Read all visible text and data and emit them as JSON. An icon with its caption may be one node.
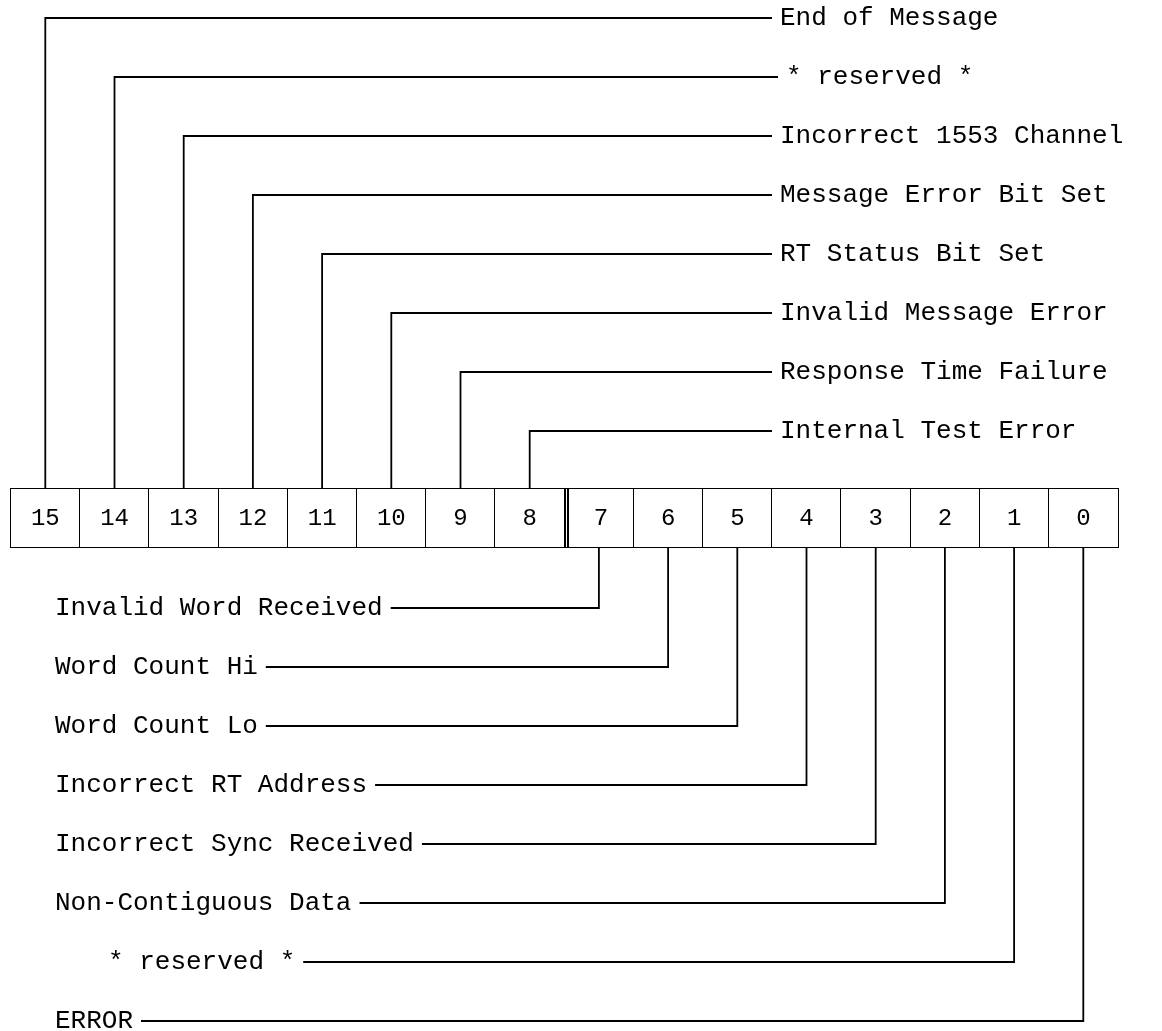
{
  "diagram": {
    "nodes": [
      {
        "text": [
          "End of Message"
        ]
      },
      {
        "text": [
          "* reserved *"
        ]
      },
      {
        "text": [
          "Incorrect 1553 Channel"
        ]
      },
      {
        "text": [
          "Message Error Bit Set"
        ]
      },
      {
        "text": [
          "RT Status Bit Set"
        ]
      },
      {
        "text": [
          "Invalid Message Error"
        ]
      },
      {
        "text": [
          "Response Time Failure"
        ]
      },
      {
        "text": [
          "Internal Test Error"
        ]
      },
      {
        "text": [
          "15"
        ]
      },
      {
        "text": [
          "14"
        ]
      },
      {
        "text": [
          "13"
        ]
      },
      {
        "text": [
          "12"
        ]
      },
      {
        "text": [
          "11"
        ]
      },
      {
        "text": [
          "10"
        ]
      },
      {
        "text": [
          "9"
        ]
      },
      {
        "text": [
          "8"
        ]
      },
      {
        "text": [
          "7"
        ]
      },
      {
        "text": [
          "6"
        ]
      },
      {
        "text": [
          "5"
        ]
      },
      {
        "text": [
          "4"
        ]
      },
      {
        "text": [
          "3"
        ]
      },
      {
        "text": [
          "2"
        ]
      },
      {
        "text": [
          "1"
        ]
      },
      {
        "text": [
          "0"
        ]
      },
      {
        "text": [
          "Invalid Word Received"
        ]
      },
      {
        "text": [
          "Word Count Hi"
        ]
      },
      {
        "text": [
          "Word Count Lo"
        ]
      },
      {
        "text": [
          "Incorrect RT Address"
        ]
      },
      {
        "text": [
          "Incorrect Sync Received"
        ]
      },
      {
        "text": [
          "Non-Contiguous Data"
        ]
      },
      {
        "text": [
          "* reserved *"
        ]
      },
      {
        "text": [
          "ERROR"
        ]
      }
    ],
    "edges": [
      {
        "from": 0,
        "to": 8,
        "arrow": "none"
      },
      {
        "from": 1,
        "to": 9,
        "arrow": "none"
      },
      {
        "from": 2,
        "to": 10,
        "arrow": "none"
      },
      {
        "from": 3,
        "to": 11,
        "arrow": "none"
      },
      {
        "from": 4,
        "to": 12,
        "arrow": "none"
      },
      {
        "from": 5,
        "to": 13,
        "arrow": "none"
      },
      {
        "from": 6,
        "to": 14,
        "arrow": "none"
      },
      {
        "from": 7,
        "to": 15,
        "arrow": "none"
      },
      {
        "from": 24,
        "to": 16,
        "arrow": "none"
      },
      {
        "from": 25,
        "to": 17,
        "arrow": "none"
      },
      {
        "from": 26,
        "to": 18,
        "arrow": "none"
      },
      {
        "from": 27,
        "to": 19,
        "arrow": "none"
      },
      {
        "from": 28,
        "to": 20,
        "arrow": "none"
      },
      {
        "from": 29,
        "to": 21,
        "arrow": "none"
      },
      {
        "from": 30,
        "to": 22,
        "arrow": "none"
      },
      {
        "from": 31,
        "to": 23,
        "arrow": "none"
      }
    ]
  }
}
